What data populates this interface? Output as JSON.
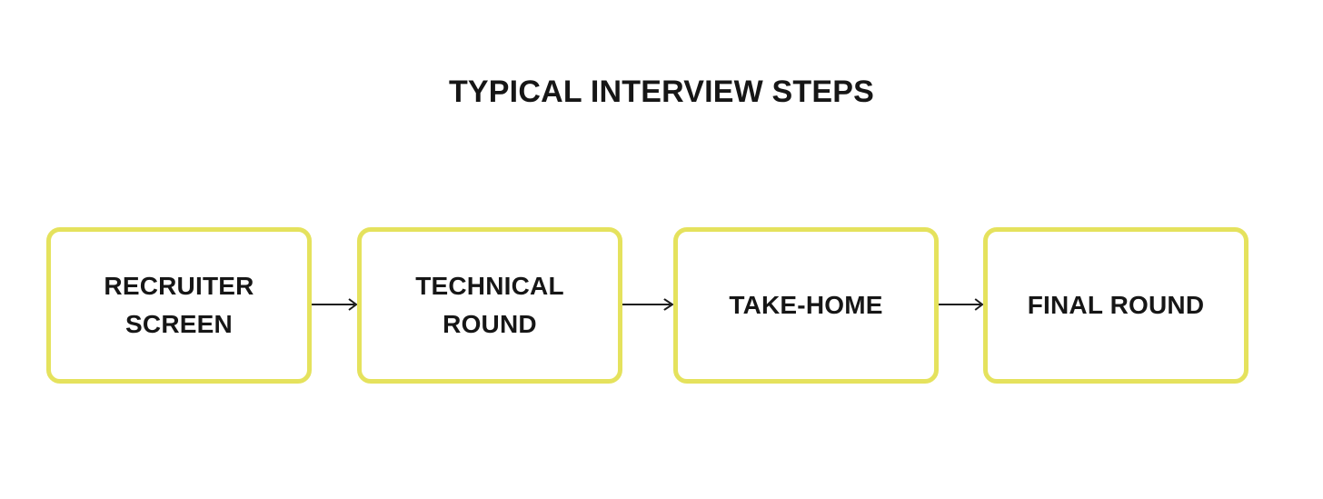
{
  "title": "TYPICAL INTERVIEW STEPS",
  "diagram": {
    "type": "flowchart",
    "direction": "left-to-right",
    "steps": [
      {
        "label": "RECRUITER SCREEN"
      },
      {
        "label": "TECHNICAL ROUND"
      },
      {
        "label": "TAKE-HOME"
      },
      {
        "label": "FINAL ROUND"
      }
    ],
    "connections": [
      {
        "from": "RECRUITER SCREEN",
        "to": "TECHNICAL ROUND"
      },
      {
        "from": "TECHNICAL ROUND",
        "to": "TAKE-HOME"
      },
      {
        "from": "TAKE-HOME",
        "to": "FINAL ROUND"
      }
    ]
  },
  "colors": {
    "background": "#ffffff",
    "box_border": "#e5e25d",
    "box_fill": "#ffffff",
    "text": "#161616",
    "arrow": "#1a1a1a"
  }
}
